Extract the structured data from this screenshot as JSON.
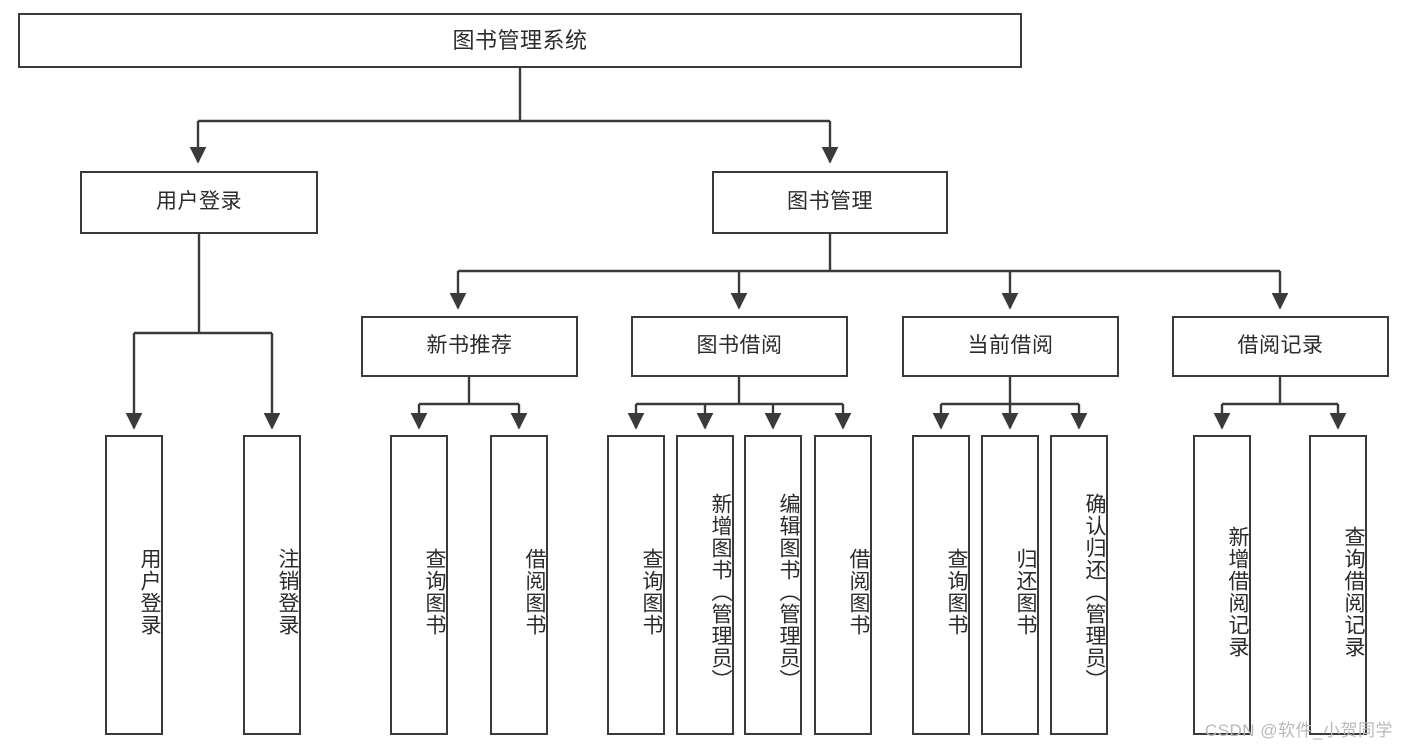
{
  "diagram": {
    "title": "图书管理系统",
    "type": "hierarchy-tree",
    "levels": 4,
    "line_color": "#3a3a3a",
    "box_fill": "#ffffff",
    "text_color": "#2b2b2b"
  },
  "root": {
    "label": "图书管理系统"
  },
  "level2": [
    {
      "label": "用户登录"
    },
    {
      "label": "图书管理"
    }
  ],
  "level3": [
    {
      "label": "新书推荐"
    },
    {
      "label": "图书借阅"
    },
    {
      "label": "当前借阅"
    },
    {
      "label": "借阅记录"
    }
  ],
  "leaves": {
    "user_login": [
      {
        "label": "用户登录"
      },
      {
        "label": "注销登录"
      }
    ],
    "new_book": [
      {
        "label": "查询图书"
      },
      {
        "label": "借阅图书"
      }
    ],
    "book_borrow": [
      {
        "label": "查询图书"
      },
      {
        "label": "新增图书（管理员）"
      },
      {
        "label": "编辑图书（管理员）"
      },
      {
        "label": "借阅图书"
      }
    ],
    "current_borrow": [
      {
        "label": "查询图书"
      },
      {
        "label": "归还图书"
      },
      {
        "label": "确认归还（管理员）"
      }
    ],
    "borrow_record": [
      {
        "label": "新增借阅记录"
      },
      {
        "label": "查询借阅记录"
      }
    ]
  },
  "watermark": {
    "text": "CSDN @软件_小贺同学"
  }
}
